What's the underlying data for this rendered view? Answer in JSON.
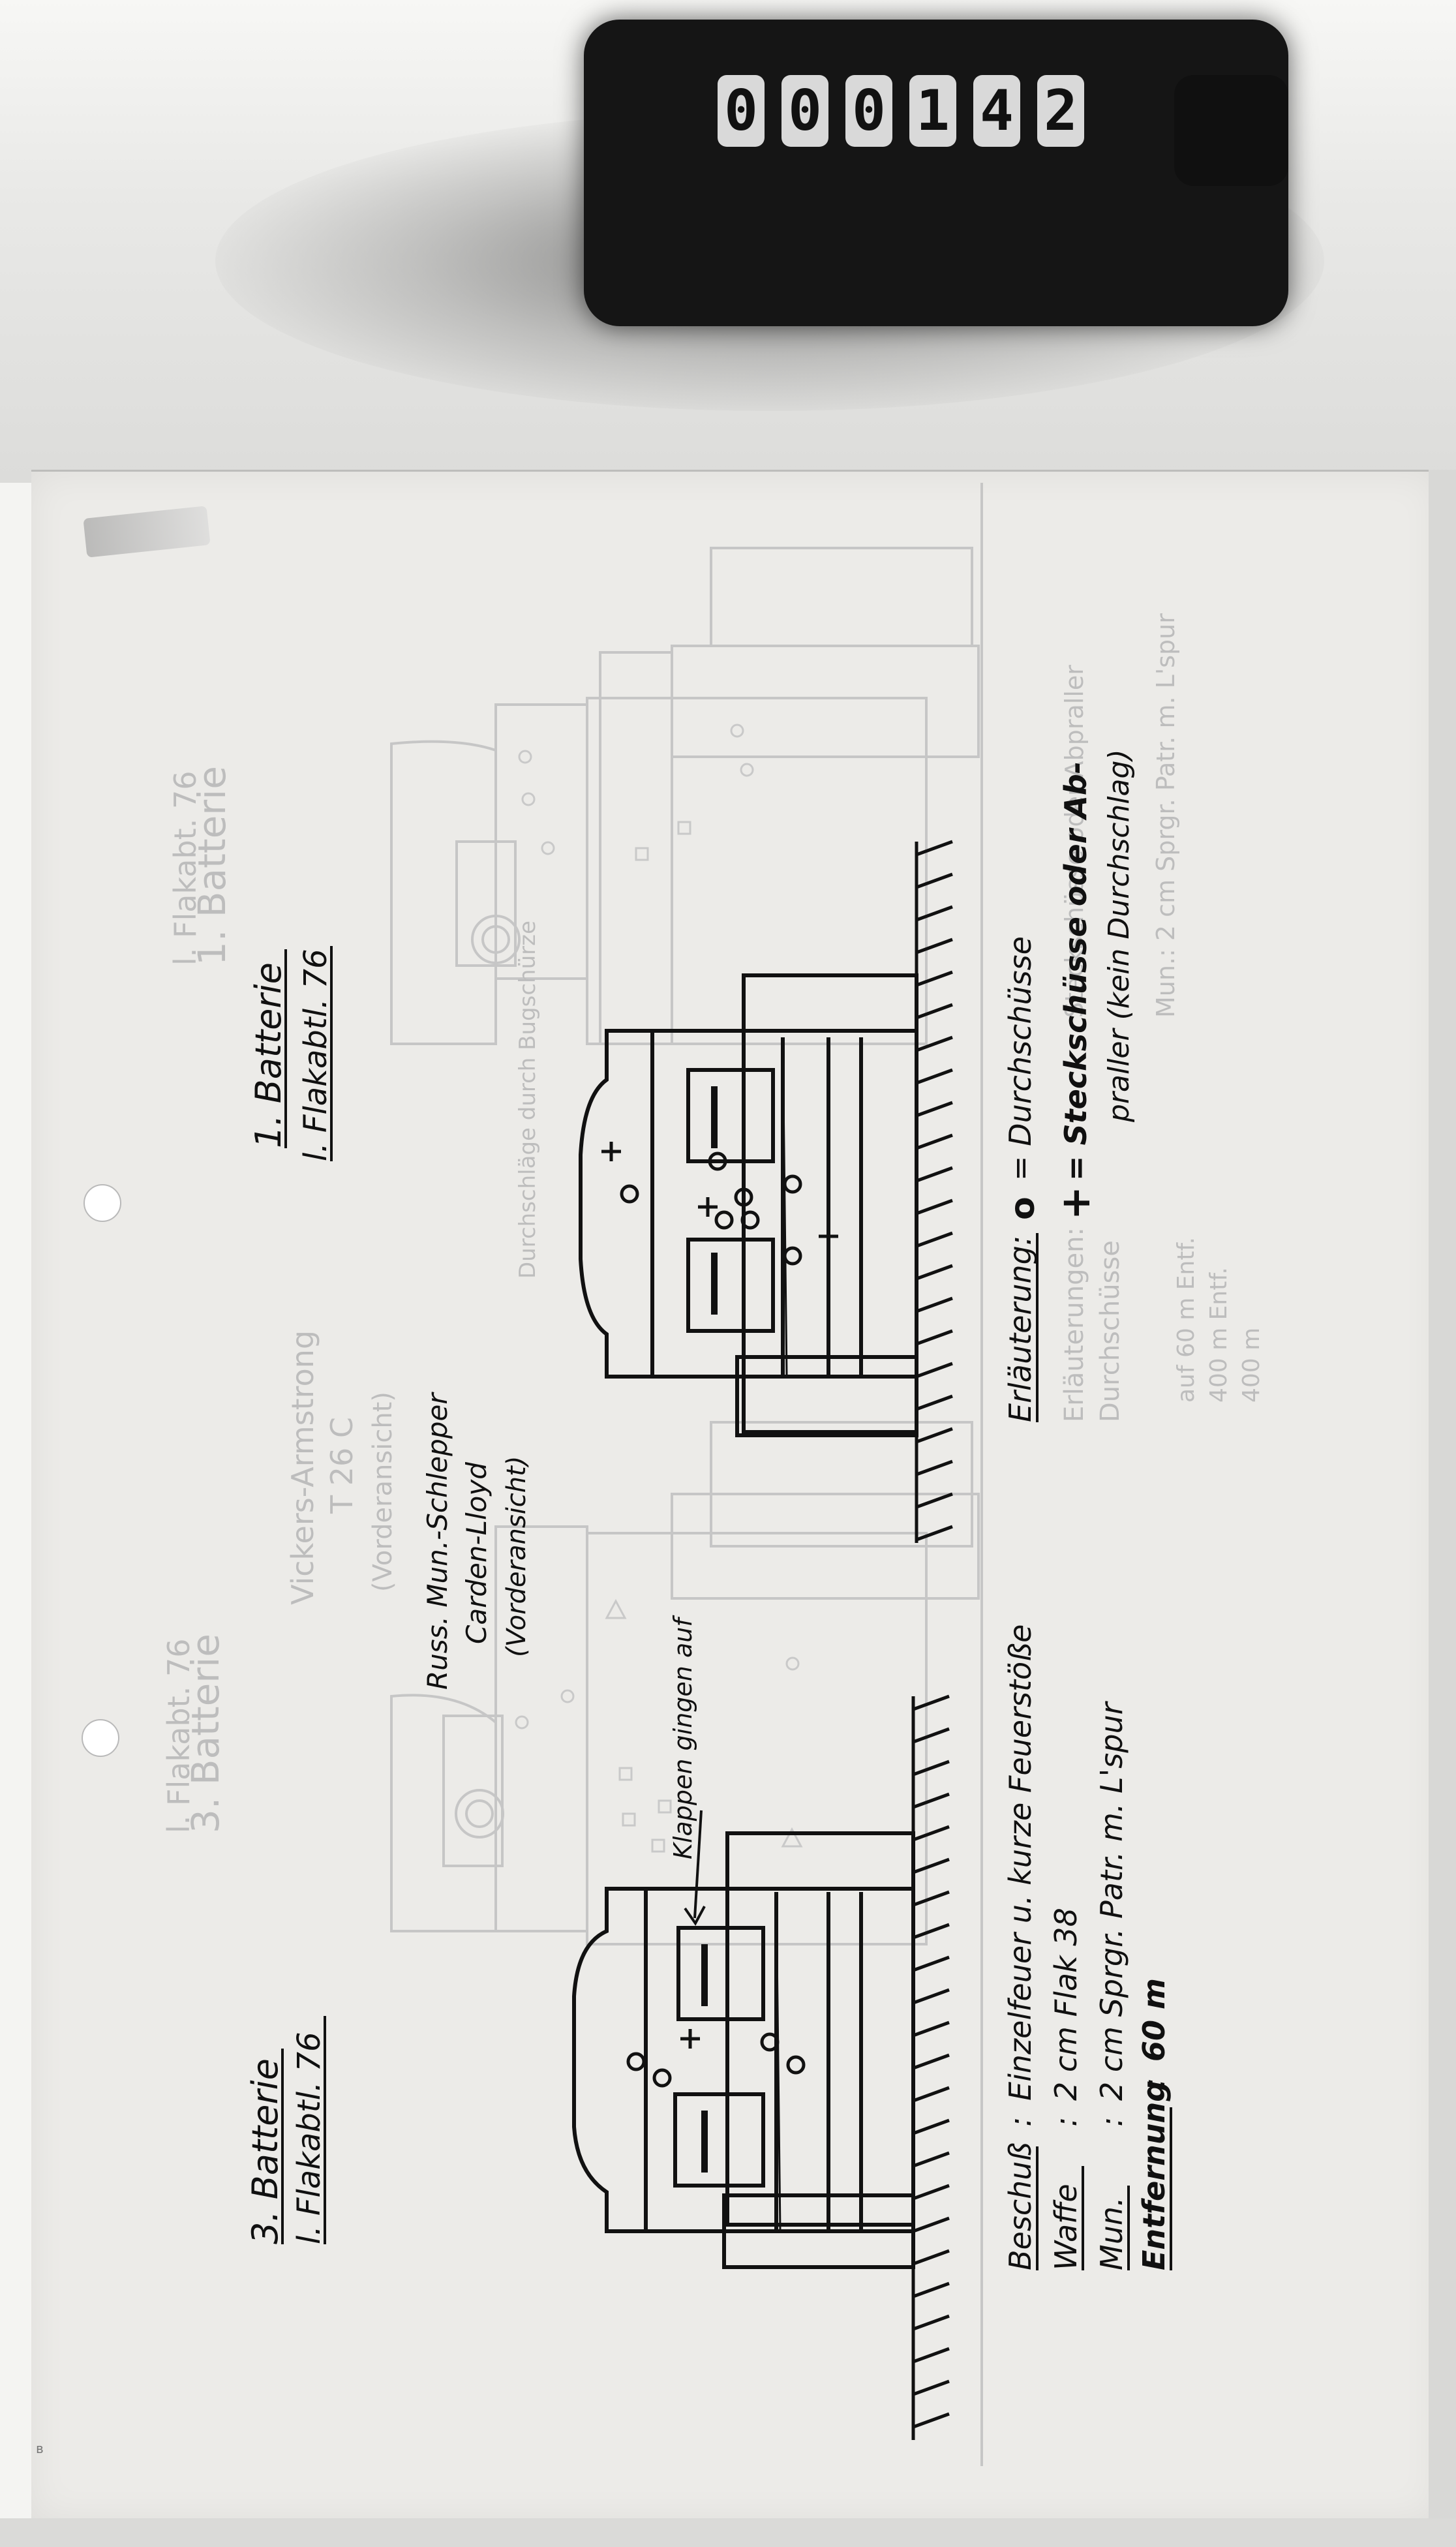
{
  "reel_counter": {
    "digits": [
      "0",
      "0",
      "0",
      "1",
      "4",
      "2"
    ]
  },
  "battery_3": {
    "title": "3. Batterie",
    "unit": "l. Flakabtl. 76"
  },
  "battery_1": {
    "title": "1. Batterie",
    "unit": "l. Flakabtl. 76"
  },
  "vehicle_label": {
    "line1": "Russ. Mun.-Schlepper",
    "line2": "Carden-Lloyd",
    "line3": "(Vorderansicht)"
  },
  "annotation_flaps": "Klappen gingen auf",
  "test_info": {
    "rows": [
      {
        "key": "Beschuß",
        "sep": ":",
        "value": "Einzelfeuer u. kurze Feuerstöße"
      },
      {
        "key": "Waffe",
        "sep": ":",
        "value": "2 cm Flak 38"
      },
      {
        "key": "Mun.",
        "sep": ":",
        "value": "2 cm Sprgr. Patr. m. L'spur"
      },
      {
        "key": "Entfernung",
        "sep": ":",
        "value": "60 m"
      }
    ]
  },
  "legend": {
    "title": "Erläuterung:",
    "items": [
      {
        "symbol": "o",
        "text": "= Durchschüsse"
      },
      {
        "symbol": "+",
        "text": "= Steckschüsse oder Ab-"
      },
      {
        "symbol": "",
        "text": "praller (kein Durchschlag)"
      }
    ]
  },
  "bleed_through": {
    "title_left": "3. Batterie",
    "unit_left": "l. Flakabt. 76",
    "title_right": "1. Batterie",
    "unit_right": "l. Flakabt. 76",
    "vehicle": "Vickers-Armstrong",
    "vehicle_model": "T 26 C",
    "vehicle_view": "(Vorderansicht)",
    "legend_title": "Erläuterungen:",
    "legend_1": "Durchschüsse",
    "legend_2": "Steckschüsse oder Abpraller",
    "range_1": "auf 60 m Entf.",
    "range_2": "400 m Entf.",
    "range_3": "400 m",
    "munition": "Mun.: 2 cm Sprgr. Patr. m. L'spur",
    "remark": "Durchschläge durch Bugschürze"
  },
  "colors": {
    "ink": "#101010",
    "ghost": "#bdbdbd",
    "paper": "#ecebe8",
    "counter": "#151515"
  }
}
